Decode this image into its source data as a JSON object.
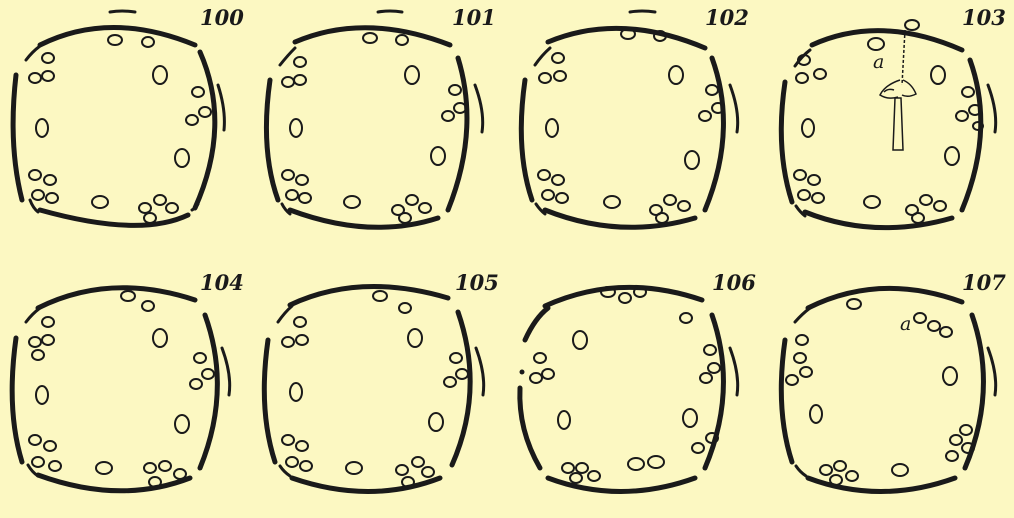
{
  "plate": {
    "background": "#fcf8c2",
    "ink": "#1a1a1a",
    "figures": [
      {
        "number": "100",
        "annotation": ""
      },
      {
        "number": "101",
        "annotation": ""
      },
      {
        "number": "102",
        "annotation": ""
      },
      {
        "number": "103",
        "annotation": "a"
      },
      {
        "number": "104",
        "annotation": ""
      },
      {
        "number": "105",
        "annotation": ""
      },
      {
        "number": "106",
        "annotation": ""
      },
      {
        "number": "107",
        "annotation": "a"
      }
    ]
  }
}
